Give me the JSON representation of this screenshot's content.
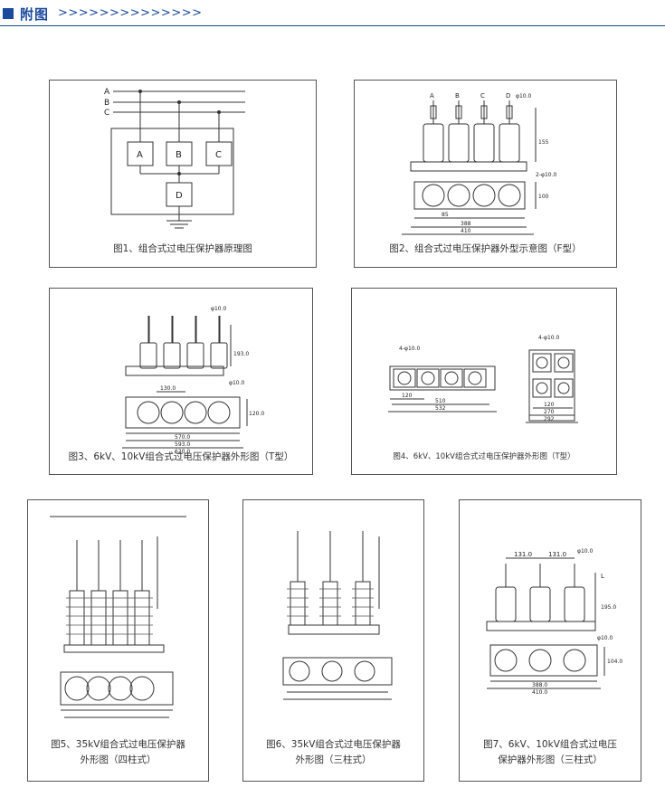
{
  "header": {
    "title": "附图",
    "arrows": ">>>>>>>>>>>>>>"
  },
  "figures": [
    {
      "caption": "图1、组合式过电压保护器原理图",
      "labels": {
        "line_a": "A",
        "line_b": "B",
        "line_c": "C",
        "box_a": "A",
        "box_b": "B",
        "box_c": "C",
        "box_d": "D"
      }
    },
    {
      "caption": "图2、组合式过电压保护器外型示意图（F型）",
      "labels": {
        "a": "A",
        "b": "B",
        "c": "C",
        "d": "D",
        "dia": "φ10.0",
        "h": "155",
        "dia2": "2-φ10.0",
        "w": "100",
        "pitch": "85",
        "len1": "388",
        "len2": "410"
      }
    },
    {
      "caption": "图3、6kV、10kV组合式过电压保护器外形图（T型）",
      "labels": {
        "dia": "φ10.0",
        "h": "193.0",
        "dia2": "φ10.0",
        "pitch": "130.0",
        "w": "120.0",
        "len1": "570.0",
        "len2": "593.0",
        "len3": "620.0"
      }
    },
    {
      "caption": "图4、6kV、10kV组合式过电压保护器外形图（T型）",
      "labels": {
        "dia1": "4-φ10.0",
        "w1": "120",
        "len1": "510",
        "len2": "532",
        "dia2": "4-φ10.0",
        "w2": "120",
        "len3": "270",
        "len4": "292"
      }
    },
    {
      "caption_line1": "图5、35kV组合式过电压保护器",
      "caption_line2": "外形图（四柱式）"
    },
    {
      "caption_line1": "图6、35kV组合式过电压保护器",
      "caption_line2": "外形图（三柱式）"
    },
    {
      "caption_line1": "图7、6kV、10kV组合式过电压",
      "caption_line2": "保护器外形图（三柱式）",
      "labels": {
        "p1": "131.0",
        "p2": "131.0",
        "dia": "φ10.0",
        "l": "L",
        "h": "195.0",
        "dia2": "φ10.0",
        "w": "104.0",
        "len1": "388.0",
        "len2": "410.0"
      }
    }
  ]
}
